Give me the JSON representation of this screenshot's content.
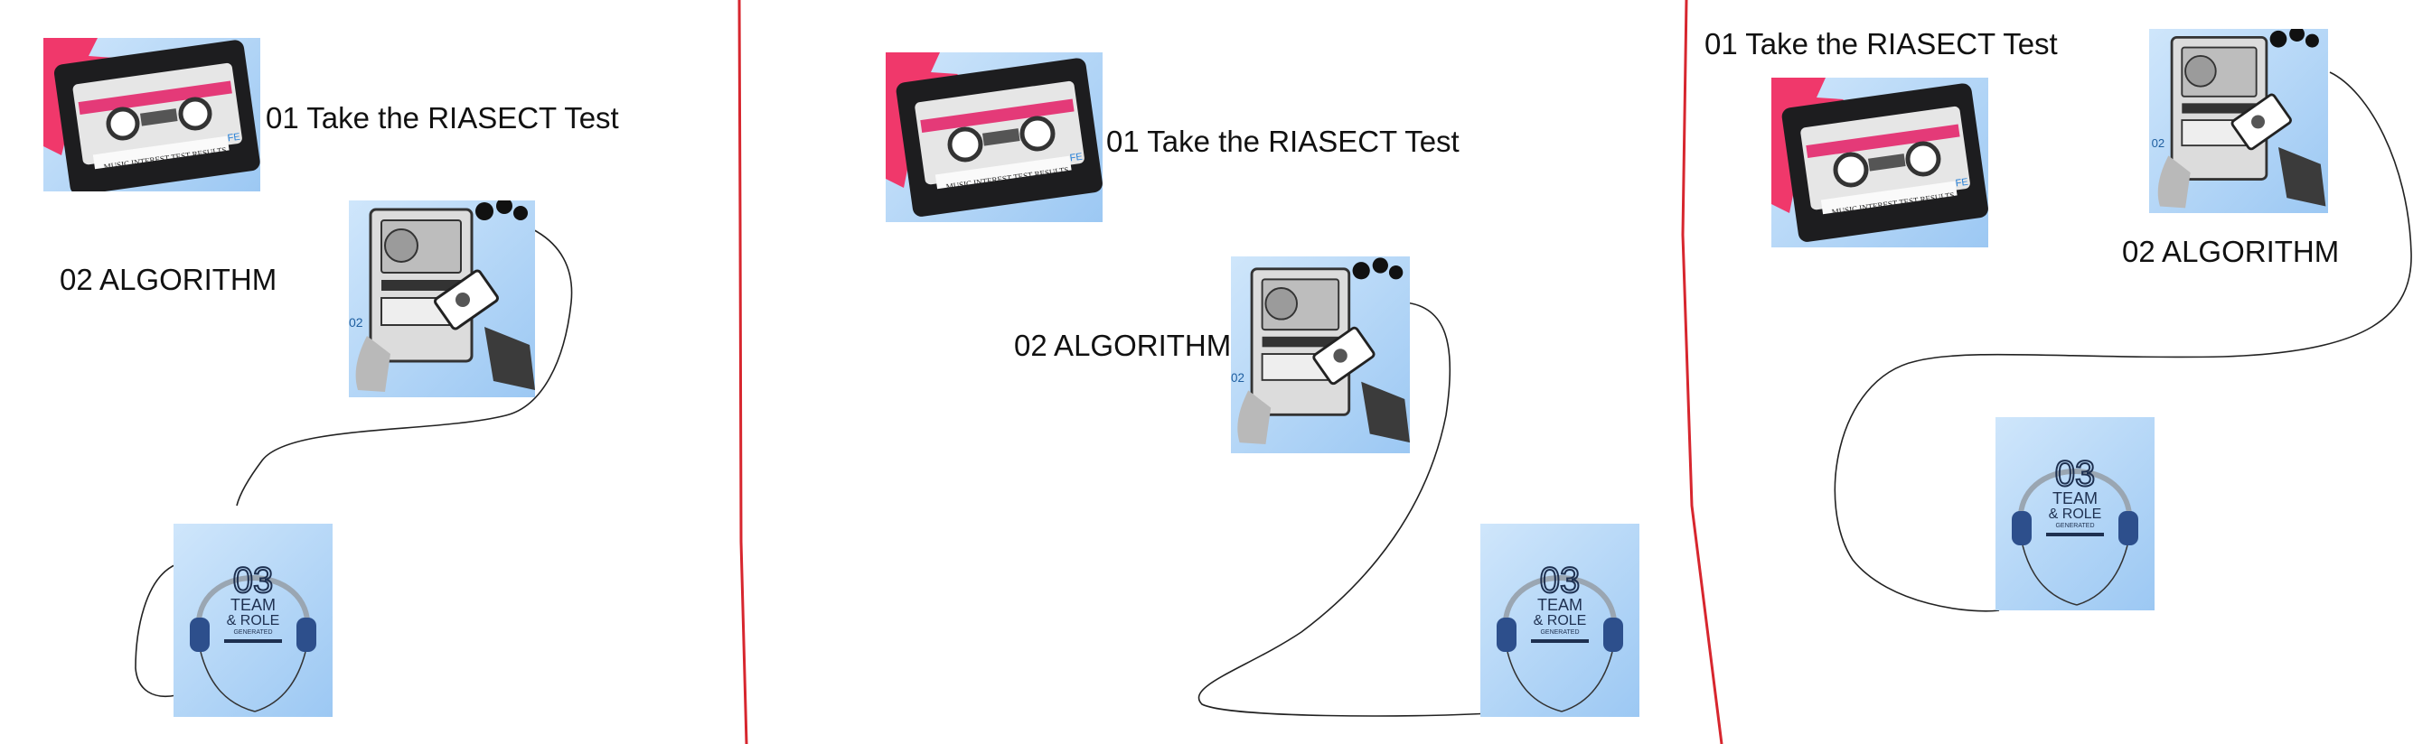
{
  "panels": [
    {
      "step1_label": "01 Take the RIASECT Test",
      "step2_label": "02 ALGORITHM",
      "cassette_caption": "MUSIC INTEREST TEST RESULTS",
      "cassette_tag": "FE",
      "headphone_line1": "03",
      "headphone_line2": "TEAM",
      "headphone_line3": "& ROLE",
      "headphone_line4": "GENERATED",
      "player_tag": "02"
    },
    {
      "step1_label": "01 Take the RIASECT Test",
      "step2_label": "02 ALGORITHM",
      "cassette_caption": "MUSIC INTEREST TEST RESULTS",
      "cassette_tag": "FE",
      "headphone_line1": "03",
      "headphone_line2": "TEAM",
      "headphone_line3": "& ROLE",
      "headphone_line4": "GENERATED",
      "player_tag": "02"
    },
    {
      "step1_label": "01 Take the RIASECT Test",
      "step2_label": "02 ALGORITHM",
      "cassette_caption": "MUSIC INTEREST TEST RESULTS",
      "cassette_tag": "FE",
      "headphone_line1": "03",
      "headphone_line2": "TEAM",
      "headphone_line3": "& ROLE",
      "headphone_line4": "GENERATED",
      "player_tag": "02"
    }
  ],
  "colors": {
    "divider": "#d7262e",
    "tile_blue": "#9cc8f3",
    "burst_pink": "#f0386b",
    "cord": "#222222"
  },
  "icons": [
    "cassette-icon",
    "cassette-player-icon",
    "headphones-icon"
  ]
}
